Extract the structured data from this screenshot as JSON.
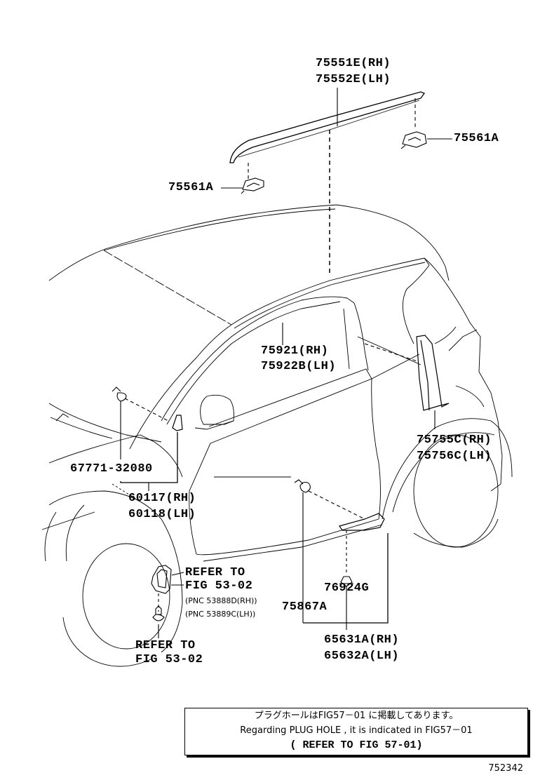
{
  "diagram": {
    "title": "Body side moulding / roof drip parts diagram",
    "figure_number": "752342",
    "line_color": "#000000",
    "background": "#ffffff"
  },
  "callouts": {
    "roof_drip_rh": "75551E(RH)",
    "roof_drip_lh": "75552E(LH)",
    "clip_rear": "75561A",
    "clip_front": "75561A",
    "window_moulding_rh": "75921(RH)",
    "window_moulding_lh": "75922B(LH)",
    "rear_quarter_rh": "75755C(RH)",
    "rear_quarter_lh": "75756C(LH)",
    "mirror_clip": "67771-32080",
    "mirror_cover_rh": "60117(RH)",
    "mirror_cover_lh": "60118(LH)",
    "refer_mudguard_1": "REFER TO",
    "refer_mudguard_2": "FIG 53-02",
    "pnc_rh": "(PNC 53888D(RH))",
    "pnc_lh": "(PNC 53889C(LH))",
    "refer_screw_1": "REFER TO",
    "refer_screw_2": "FIG 53-02",
    "rocker_clip": "76924G",
    "rocker_fastener": "75867A",
    "rocker_moulding_rh": "65631A(RH)",
    "rocker_moulding_lh": "65632A(LH)"
  },
  "note": {
    "line1": "プラグホールはFIG57－01 に掲載してあります。",
    "line2": "Regarding  PLUG HOLE  ,  it is  indicated  in  FIG57－01",
    "line3": "(   REFER TO FIG 57-01)"
  }
}
